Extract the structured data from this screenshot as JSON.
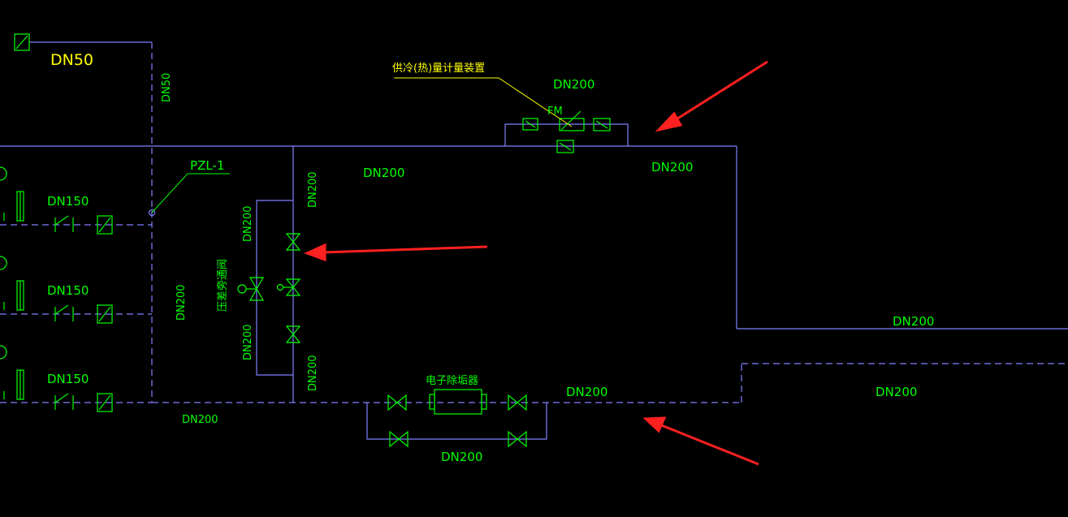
{
  "labels": {
    "dn50_main": "DN50",
    "dn50_vert": "DN50",
    "pzl": "PZL-1",
    "dn150_1": "DN150",
    "dn150_2": "DN150",
    "dn150_3": "DN150",
    "dn200_vertical_left": "DN200",
    "dn200_bottom_left": "DN200",
    "dn200_riser_top": "DN200",
    "dn200_bypass_top": "DN200",
    "bypass_valve": "压差旁通阀",
    "dn200_bypass_bottom": "DN200",
    "dn200_riser_bottom": "DN200",
    "dn200_center": "DN200",
    "meter_note": "供冷(热)量计量装置",
    "dn200_meter": "DN200",
    "fm": "FM",
    "dn200_right_supply": "DN200",
    "dn200_far_right": "DN200",
    "descaler": "电子除垢器",
    "dn200_return_mid": "DN200",
    "dn200_descaler_bypass": "DN200",
    "dn200_far_right_return": "DN200"
  },
  "colors": {
    "background": "#000000",
    "pipe": "#8080ff",
    "component": "#00ff00",
    "annotation": "#ffff00",
    "markup_arrow": "#ff2020"
  }
}
